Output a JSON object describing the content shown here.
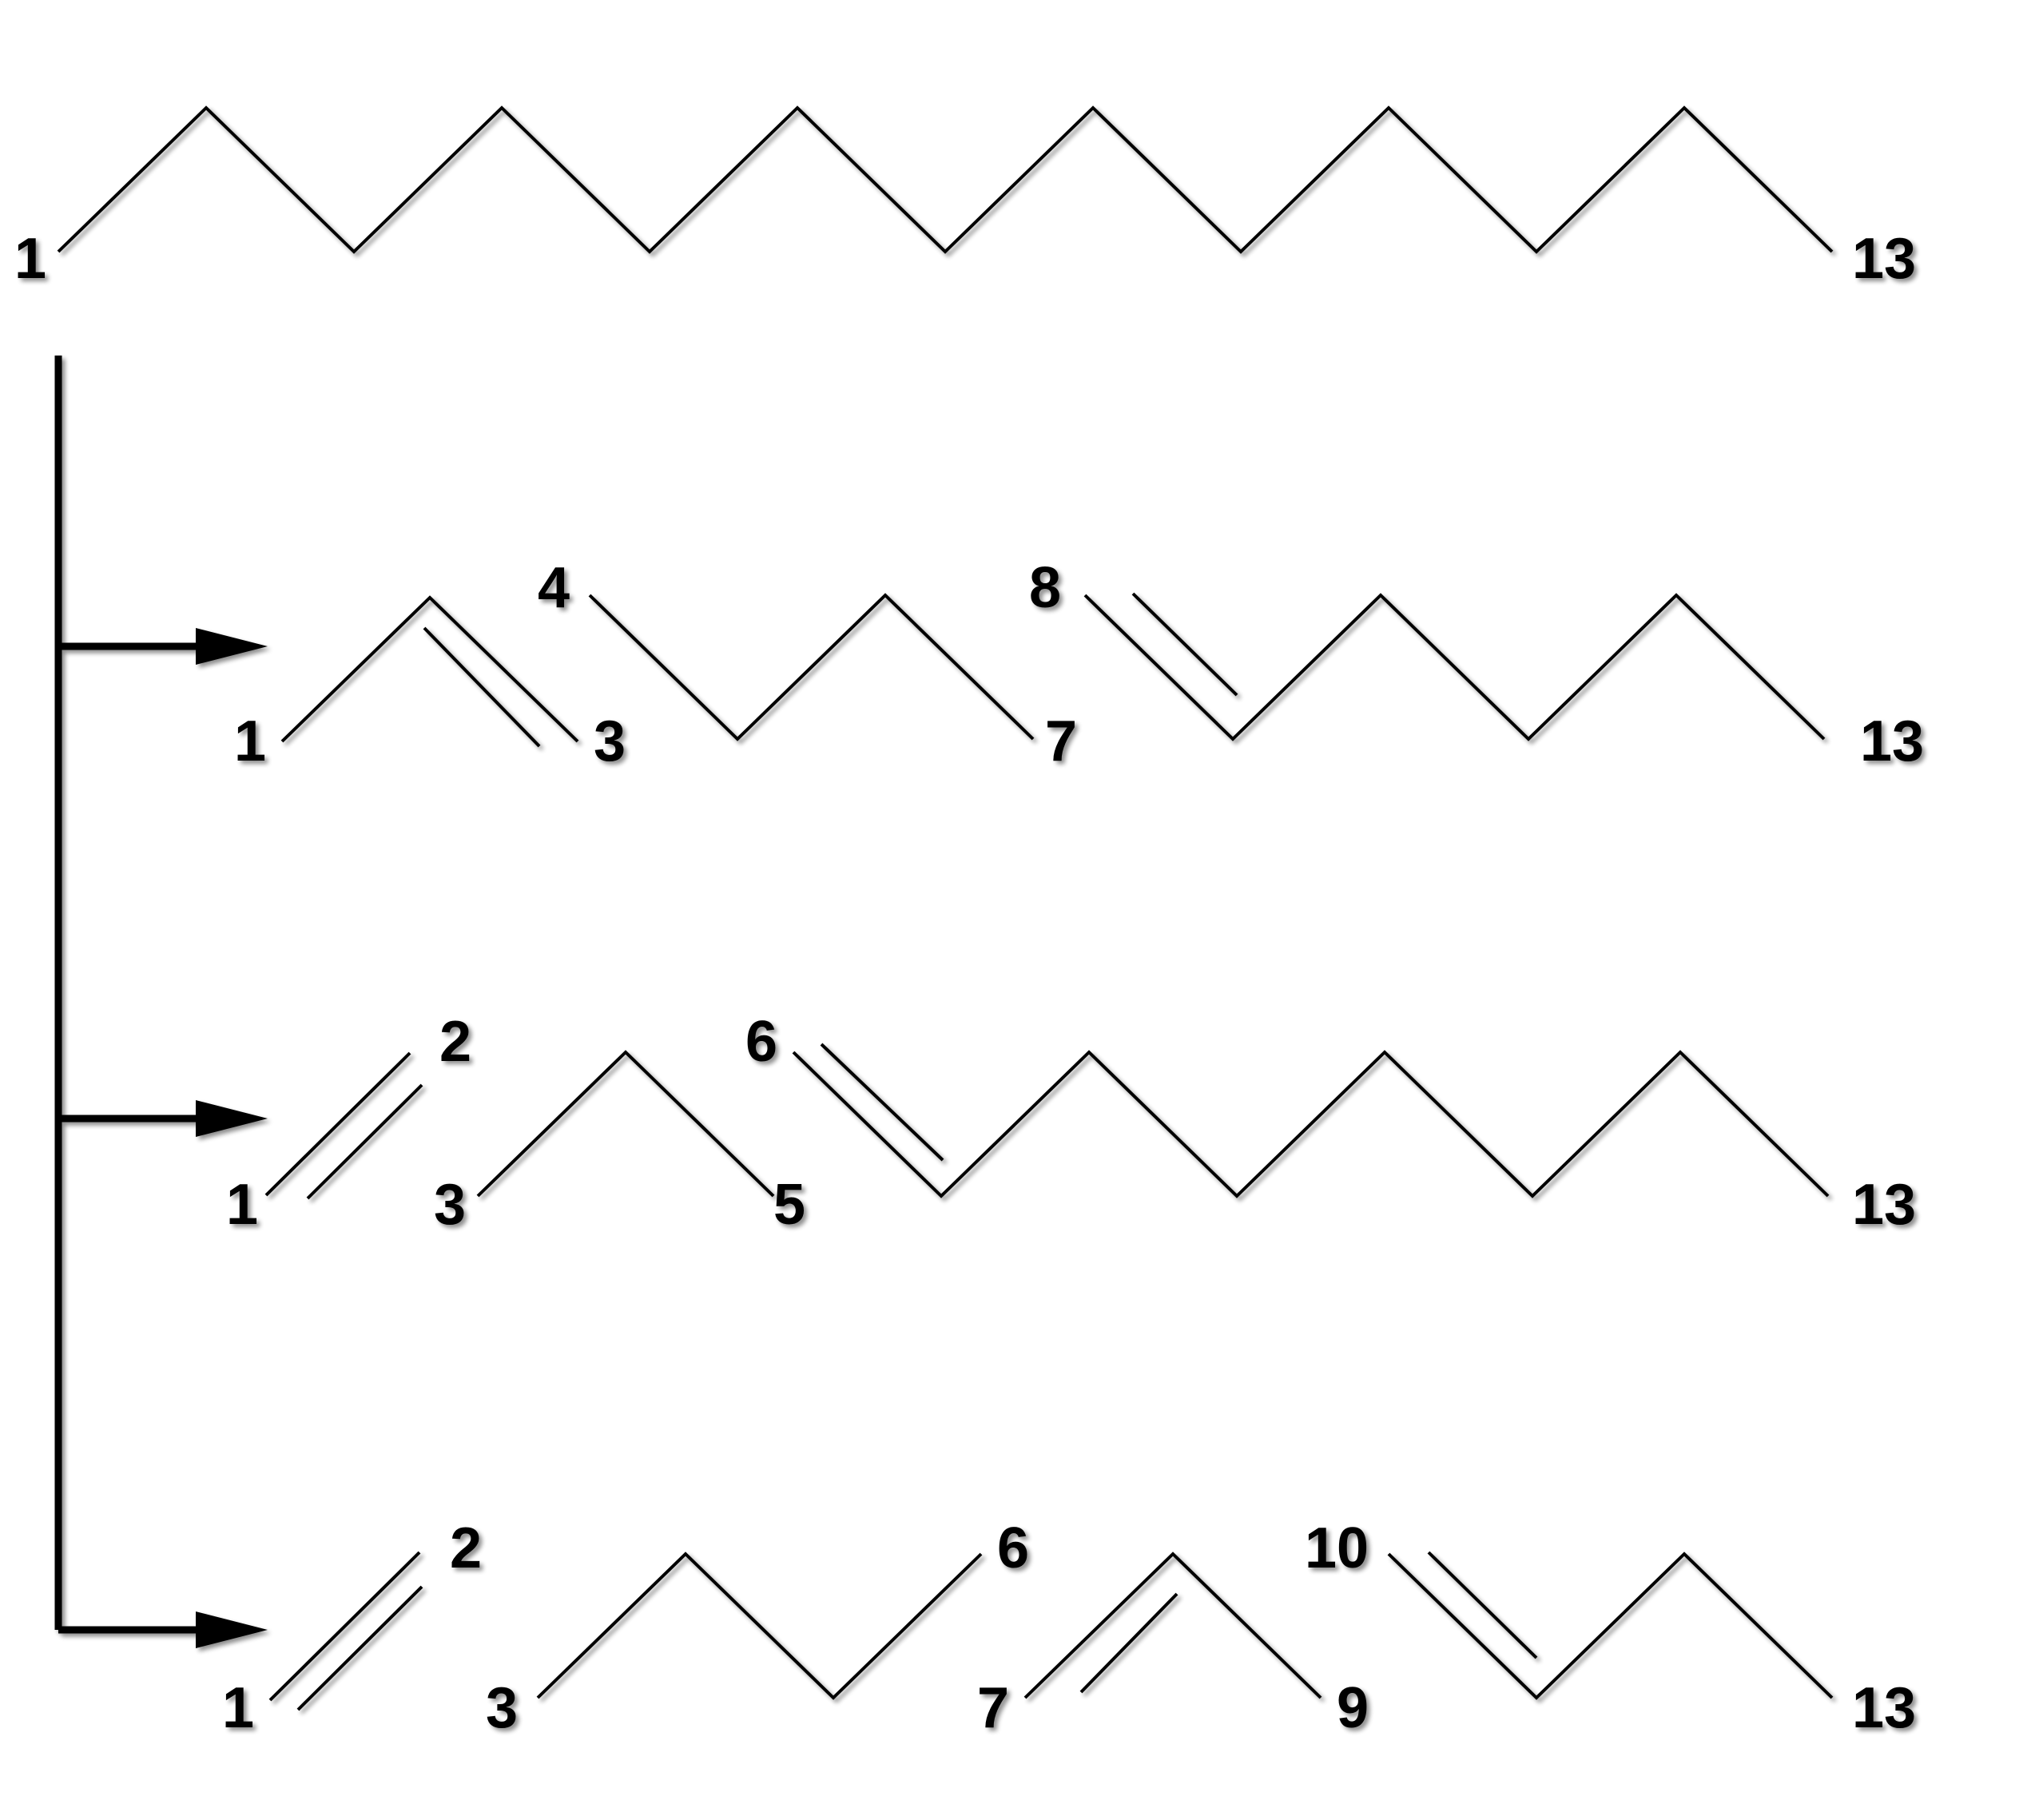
{
  "diagram": {
    "parent_chain": {
      "label_start": "1",
      "label_end": "13"
    },
    "products": [
      {
        "fragments": [
          {
            "labels": [
              "1",
              "3"
            ],
            "double_bond": "2-3"
          },
          {
            "labels": [
              "4",
              "7"
            ]
          },
          {
            "labels": [
              "8",
              "13"
            ],
            "double_bond": "8-9"
          }
        ]
      },
      {
        "fragments": [
          {
            "labels": [
              "1",
              "2"
            ],
            "double_bond": "1-2"
          },
          {
            "labels": [
              "3",
              "5"
            ]
          },
          {
            "labels": [
              "6",
              "13"
            ],
            "double_bond": "6-7"
          }
        ]
      },
      {
        "fragments": [
          {
            "labels": [
              "1",
              "2"
            ],
            "double_bond": "1-2"
          },
          {
            "labels": [
              "3",
              "6"
            ]
          },
          {
            "labels": [
              "7",
              "9"
            ],
            "double_bond": "7-8"
          },
          {
            "labels": [
              "10",
              "13"
            ],
            "double_bond": "10-11"
          }
        ]
      }
    ]
  }
}
